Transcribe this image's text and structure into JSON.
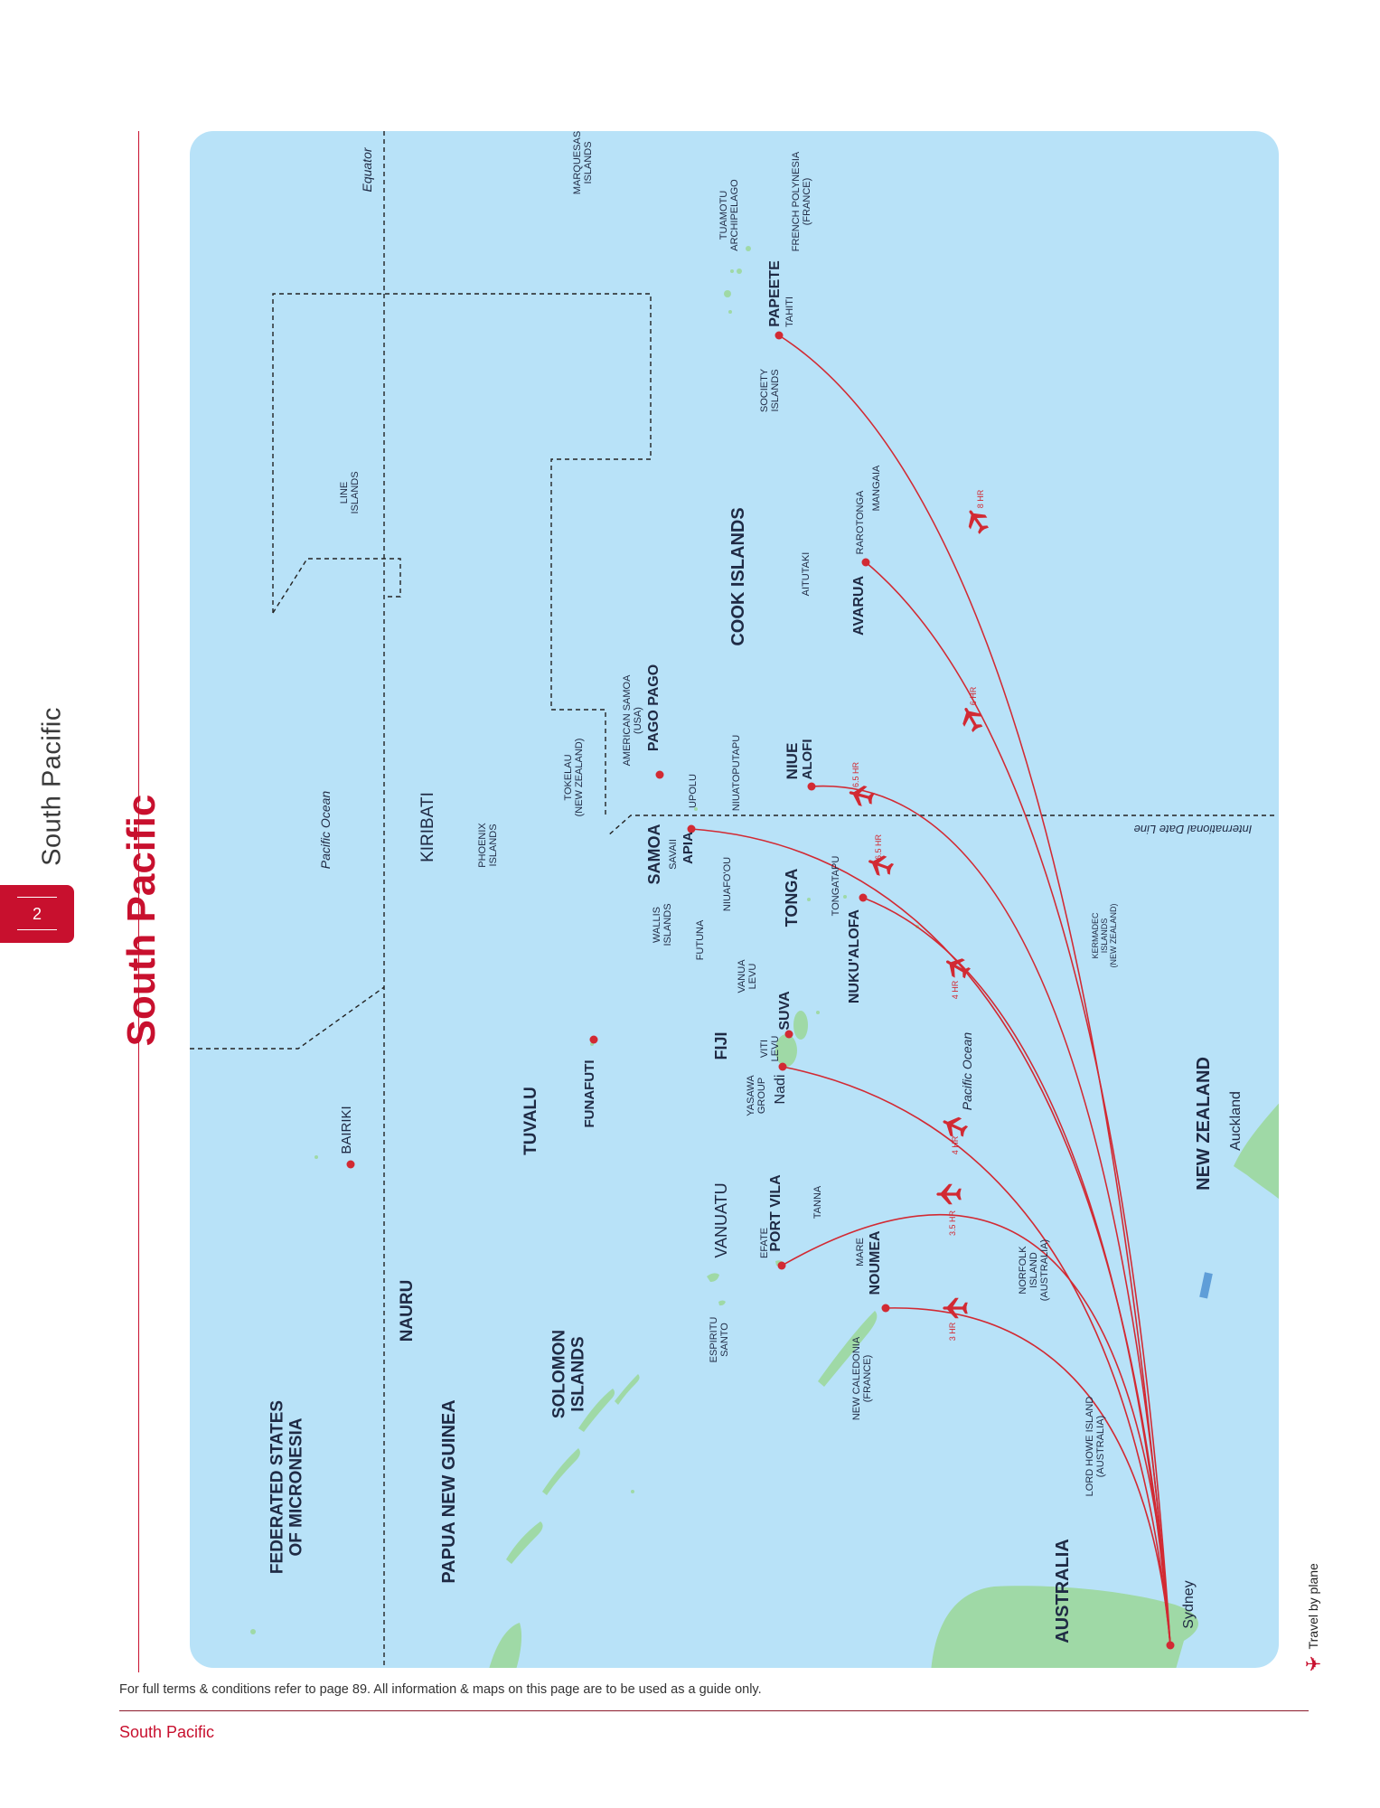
{
  "page": {
    "section_title": "South Pacific",
    "page_number": "2",
    "main_title": "South Pacific",
    "footer_note": "For full terms & conditions refer to page 89. All information & maps on this page are to be used as a guide only.",
    "footer_title": "South Pacific"
  },
  "legend": {
    "label": "Travel by plane",
    "icon": "plane-icon"
  },
  "colors": {
    "accent": "#c8102e",
    "ocean": "#b8e2f8",
    "land": "#9fd9a6",
    "route": "#d22a33",
    "label": "#1f2a44"
  },
  "map": {
    "oceans": [
      "Pacific Ocean",
      "Pacific Ocean"
    ],
    "lines": {
      "equator": "Equator",
      "date_line": "International Date Line"
    },
    "countries": [
      "AUSTRALIA",
      "NEW ZEALAND",
      "PAPUA NEW GUINEA",
      "FEDERATED STATES OF MICRONESIA",
      "SOLOMON ISLANDS",
      "NAURU",
      "KIRIBATI",
      "TUVALU",
      "VANUATU",
      "FIJI",
      "TONGA",
      "SAMOA",
      "NIUE",
      "COOK ISLANDS"
    ],
    "cities": [
      "Sydney",
      "Auckland",
      "NOUMEA",
      "PORT VILA",
      "Nadi",
      "SUVA",
      "NUKU'ALOFA",
      "APIA",
      "ALOFI",
      "AVARUA",
      "PAPEETE",
      "PAGO PAGO",
      "FUNAFUTI",
      "BAIRIKI"
    ],
    "islands": [
      "LORD HOWE ISLAND (AUSTRALIA)",
      "NORFOLK ISLAND (AUSTRALIA)",
      "KERMADEC ISLANDS (NEW ZEALAND)",
      "NEW CALEDONIA (FRANCE)",
      "MARE",
      "ESPIRITU SANTO",
      "EFATE",
      "TANNA",
      "YASAWA GROUP",
      "VITI LEVU",
      "VANUA LEVU",
      "FUTUNA",
      "WALLIS ISLANDS",
      "NIUAFO'OU",
      "NIUATOPUTAPU",
      "TONGATAPU",
      "SAVAII",
      "UPOLU",
      "AMERICAN SAMOA (USA)",
      "TOKELAU (NEW ZEALAND)",
      "PHOENIX ISLANDS",
      "LINE ISLANDS",
      "AITUTAKI",
      "RAROTONGA",
      "MANGAIA",
      "SOCIETY ISLANDS",
      "TAHITI",
      "TUAMOTU ARCHIPELAGO",
      "FRENCH POLYNESIA (FRANCE)",
      "MARQUESAS ISLANDS"
    ],
    "routes": [
      {
        "from": "Sydney",
        "to": "NOUMEA",
        "duration": "3 HR"
      },
      {
        "from": "Sydney",
        "to": "PORT VILA",
        "duration": "3.5 HR"
      },
      {
        "from": "Sydney",
        "to": "Nadi",
        "duration": "4 HR"
      },
      {
        "from": "Sydney",
        "to": "NUKU'ALOFA",
        "duration": "4 HR"
      },
      {
        "from": "Sydney",
        "to": "APIA",
        "duration": "6.5 HR"
      },
      {
        "from": "Sydney",
        "to": "ALOFI",
        "duration": "6.5 HR"
      },
      {
        "from": "Sydney",
        "to": "AVARUA",
        "duration": "6 HR"
      },
      {
        "from": "Sydney",
        "to": "PAPEETE",
        "duration": "8 HR"
      }
    ]
  }
}
